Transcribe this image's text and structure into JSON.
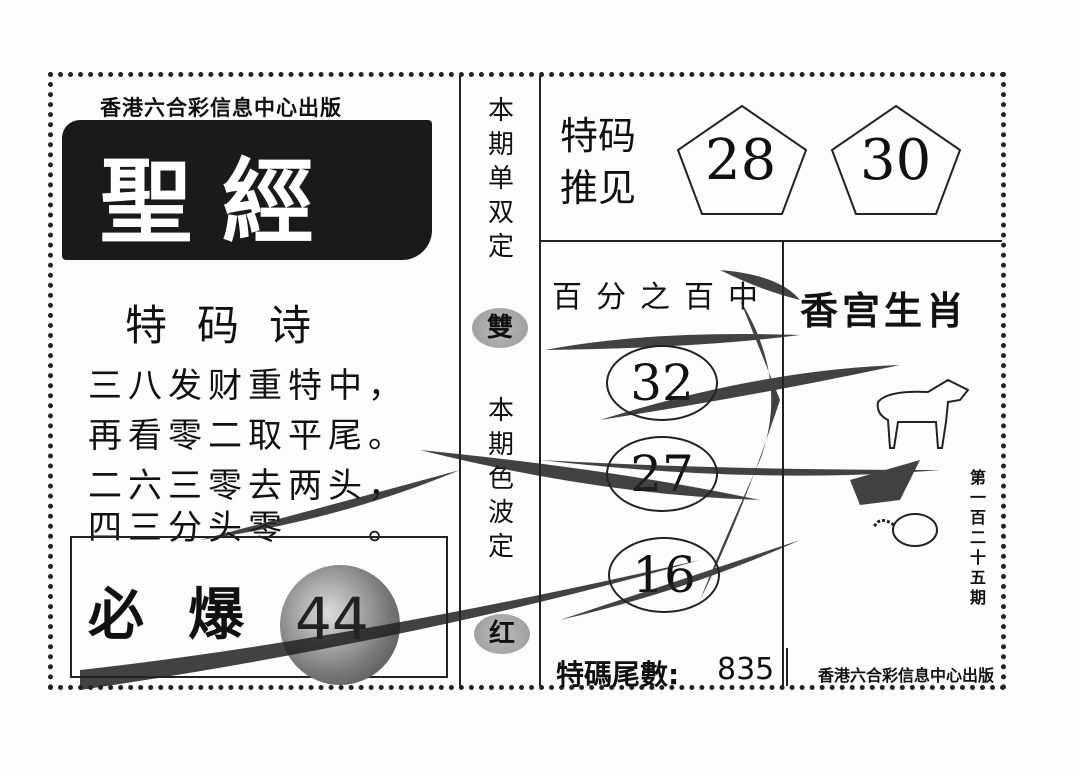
{
  "header": {
    "publisher": "香港六合彩信息中心出版",
    "title": "聖經"
  },
  "poem": {
    "title": "特码诗",
    "lines": [
      "三八发财重特中，",
      "再看零二取平尾。",
      "二六三零去两头，",
      "四三分头零　　。"
    ]
  },
  "must_hit": {
    "label_1": "必",
    "label_2": "爆",
    "number": "44"
  },
  "middle": {
    "odd_even_label": "本期单双定",
    "odd_even_value": "雙",
    "wave_label": "本期色波定",
    "wave_value": "红"
  },
  "special": {
    "label_1": "特码",
    "label_2": "推见",
    "numbers": [
      "28",
      "30"
    ]
  },
  "hundred": {
    "label": "百分之百中",
    "numbers": [
      "32",
      "27",
      "16"
    ]
  },
  "zodiac": {
    "label": "香宫生肖"
  },
  "issue": {
    "label": "第一百二十五期"
  },
  "footer": {
    "tail_label": "特碼尾數:",
    "tail_value": "835",
    "publisher": "香港六合彩信息中心出版"
  }
}
